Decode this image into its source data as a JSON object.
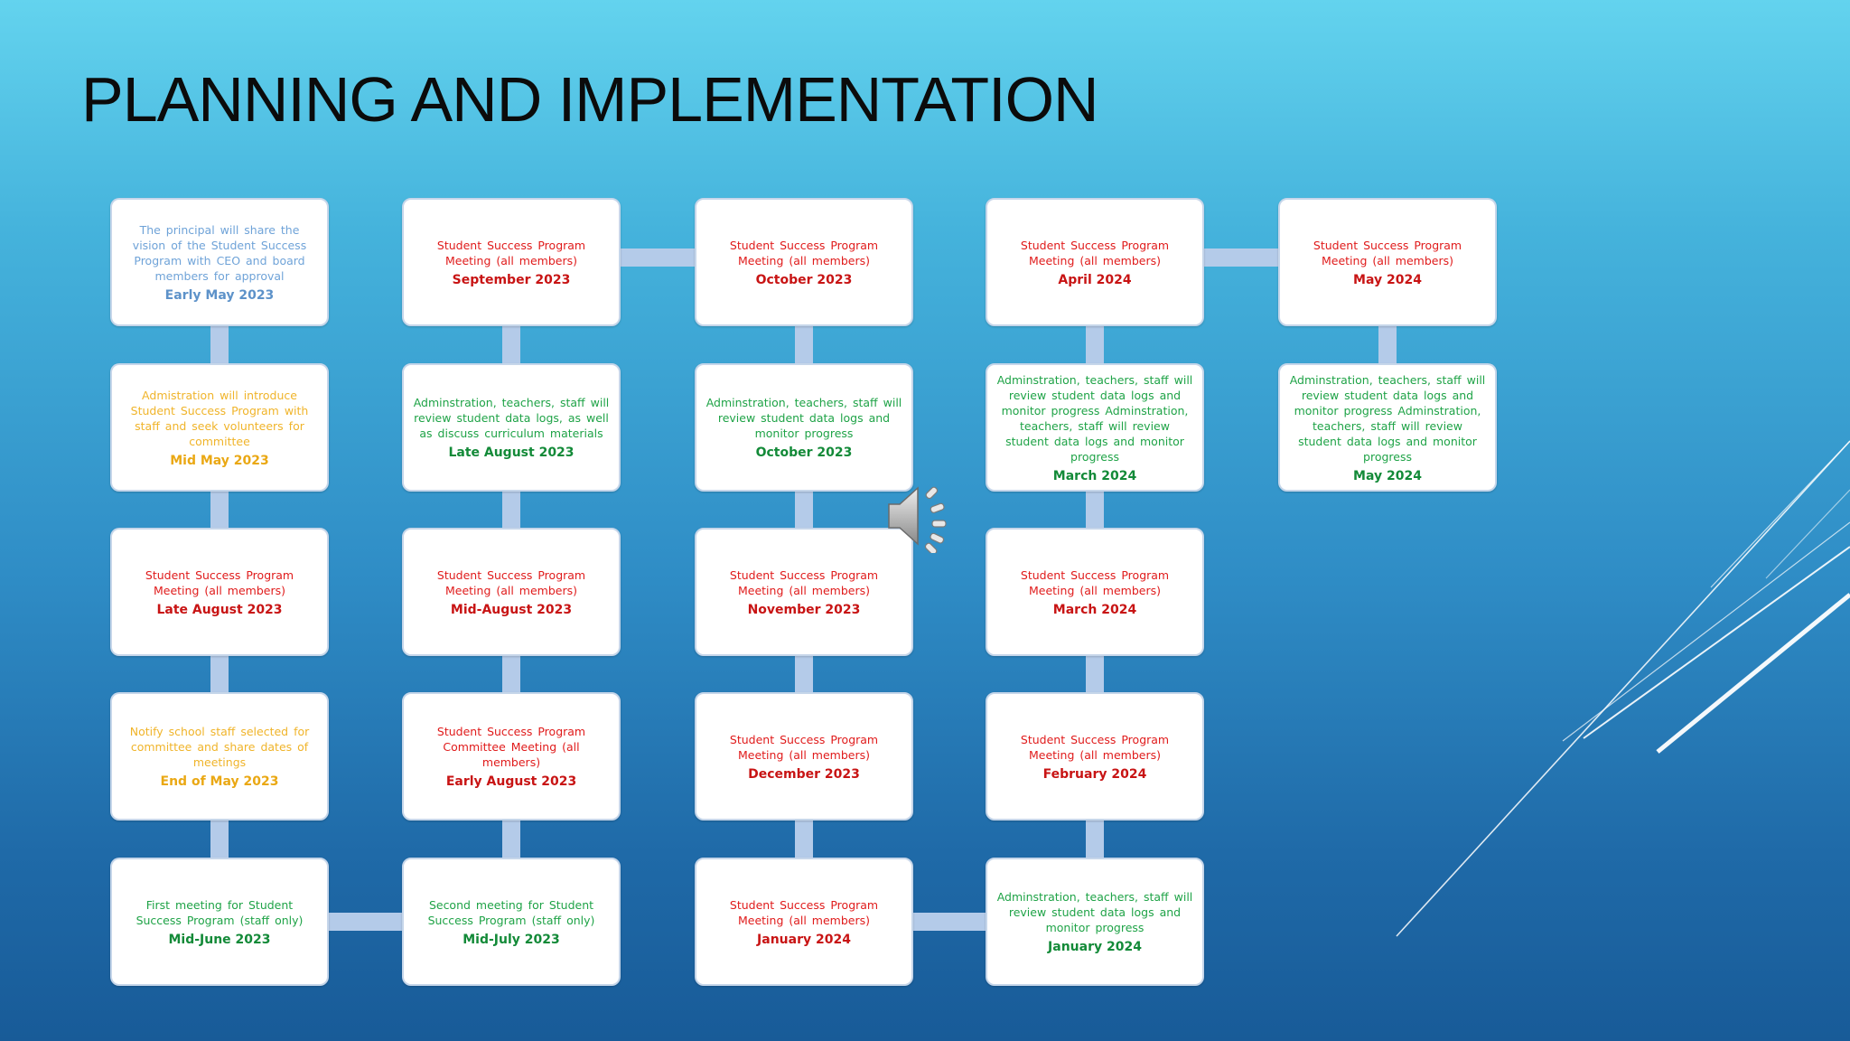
{
  "slide": {
    "title": "PLANNING AND IMPLEMENTATION"
  },
  "icons": {
    "speaker": "speaker-audio-icon"
  },
  "colors": {
    "blue": "#6fa3d8",
    "red": "#e01b1b",
    "gold": "#f0b42a",
    "green": "#1fa347",
    "connector": "#b4cbe9"
  },
  "boxes": [
    {
      "desc": "The principal  will share the vision of the Student Success Program with CEO and board members for approval",
      "date": "Early May 2023",
      "color": "blue"
    },
    {
      "desc": "Admistration  will introduce Student Success Program with staff and seek volunteers for committee",
      "date": "Mid May 2023",
      "color": "gold"
    },
    {
      "desc": "Student Success Program Meeting (all members)",
      "date": "Late August 2023",
      "color": "red"
    },
    {
      "desc": "Notify school staff selected for committee  and share dates of meetings",
      "date": "End of May 2023",
      "color": "gold"
    },
    {
      "desc": "First meeting for Student Success Program (staff only)",
      "date": "Mid-June 2023",
      "color": "green"
    },
    {
      "desc": "Student Success Program Meeting (all members)",
      "date": "September  2023",
      "color": "red"
    },
    {
      "desc": "Adminstration,  teachers, staff will review student data logs, as well as discuss curriculum materials",
      "date": "Late August 2023",
      "color": "green"
    },
    {
      "desc": "Student Success Program Meeting (all members)",
      "date": "Mid-August  2023",
      "color": "red"
    },
    {
      "desc": "Student Success Program Committee Meeting (all members)",
      "date": "Early August 2023",
      "color": "red"
    },
    {
      "desc": "Second meeting for Student Success Program (staff only)",
      "date": "Mid-July  2023",
      "color": "green"
    },
    {
      "desc": "Student Success Program Meeting (all members)",
      "date": "October   2023",
      "color": "red"
    },
    {
      "desc": "Adminstration,  teachers, staff will review student data logs and monitor progress",
      "date": "October  2023",
      "color": "green"
    },
    {
      "desc": "Student Success Program Meeting (all members)",
      "date": "November    2023",
      "color": "red"
    },
    {
      "desc": "Student Success Program Meeting (all members)",
      "date": "December    2023",
      "color": "red"
    },
    {
      "desc": "Student Success Program Meeting (all members)",
      "date": "January 2024",
      "color": "red"
    },
    {
      "desc": "Student Success Program Meeting (all members)",
      "date": "April 2024",
      "color": "red"
    },
    {
      "desc": "Adminstration,  teachers, staff will review student data logs and monitor progress Adminstration, teachers, staff will review student data logs and monitor progress",
      "date": "March 2024",
      "color": "green"
    },
    {
      "desc": "Student Success Program Meeting (all members)",
      "date": "March 2024",
      "color": "red"
    },
    {
      "desc": "Student Success Program Meeting (all members)",
      "date": "February  2024",
      "color": "red"
    },
    {
      "desc": "Adminstration,  teachers, staff will review student data logs and monitor progress",
      "date": "January  2024",
      "color": "green"
    },
    {
      "desc": "Student Success Program Meeting (all members)",
      "date": "May 2024",
      "color": "red"
    },
    {
      "desc": "Adminstration,  teachers, staff will review student data logs and monitor progress Adminstration, teachers, staff will review student data logs and monitor progress",
      "date": "May 2024",
      "color": "green"
    }
  ]
}
